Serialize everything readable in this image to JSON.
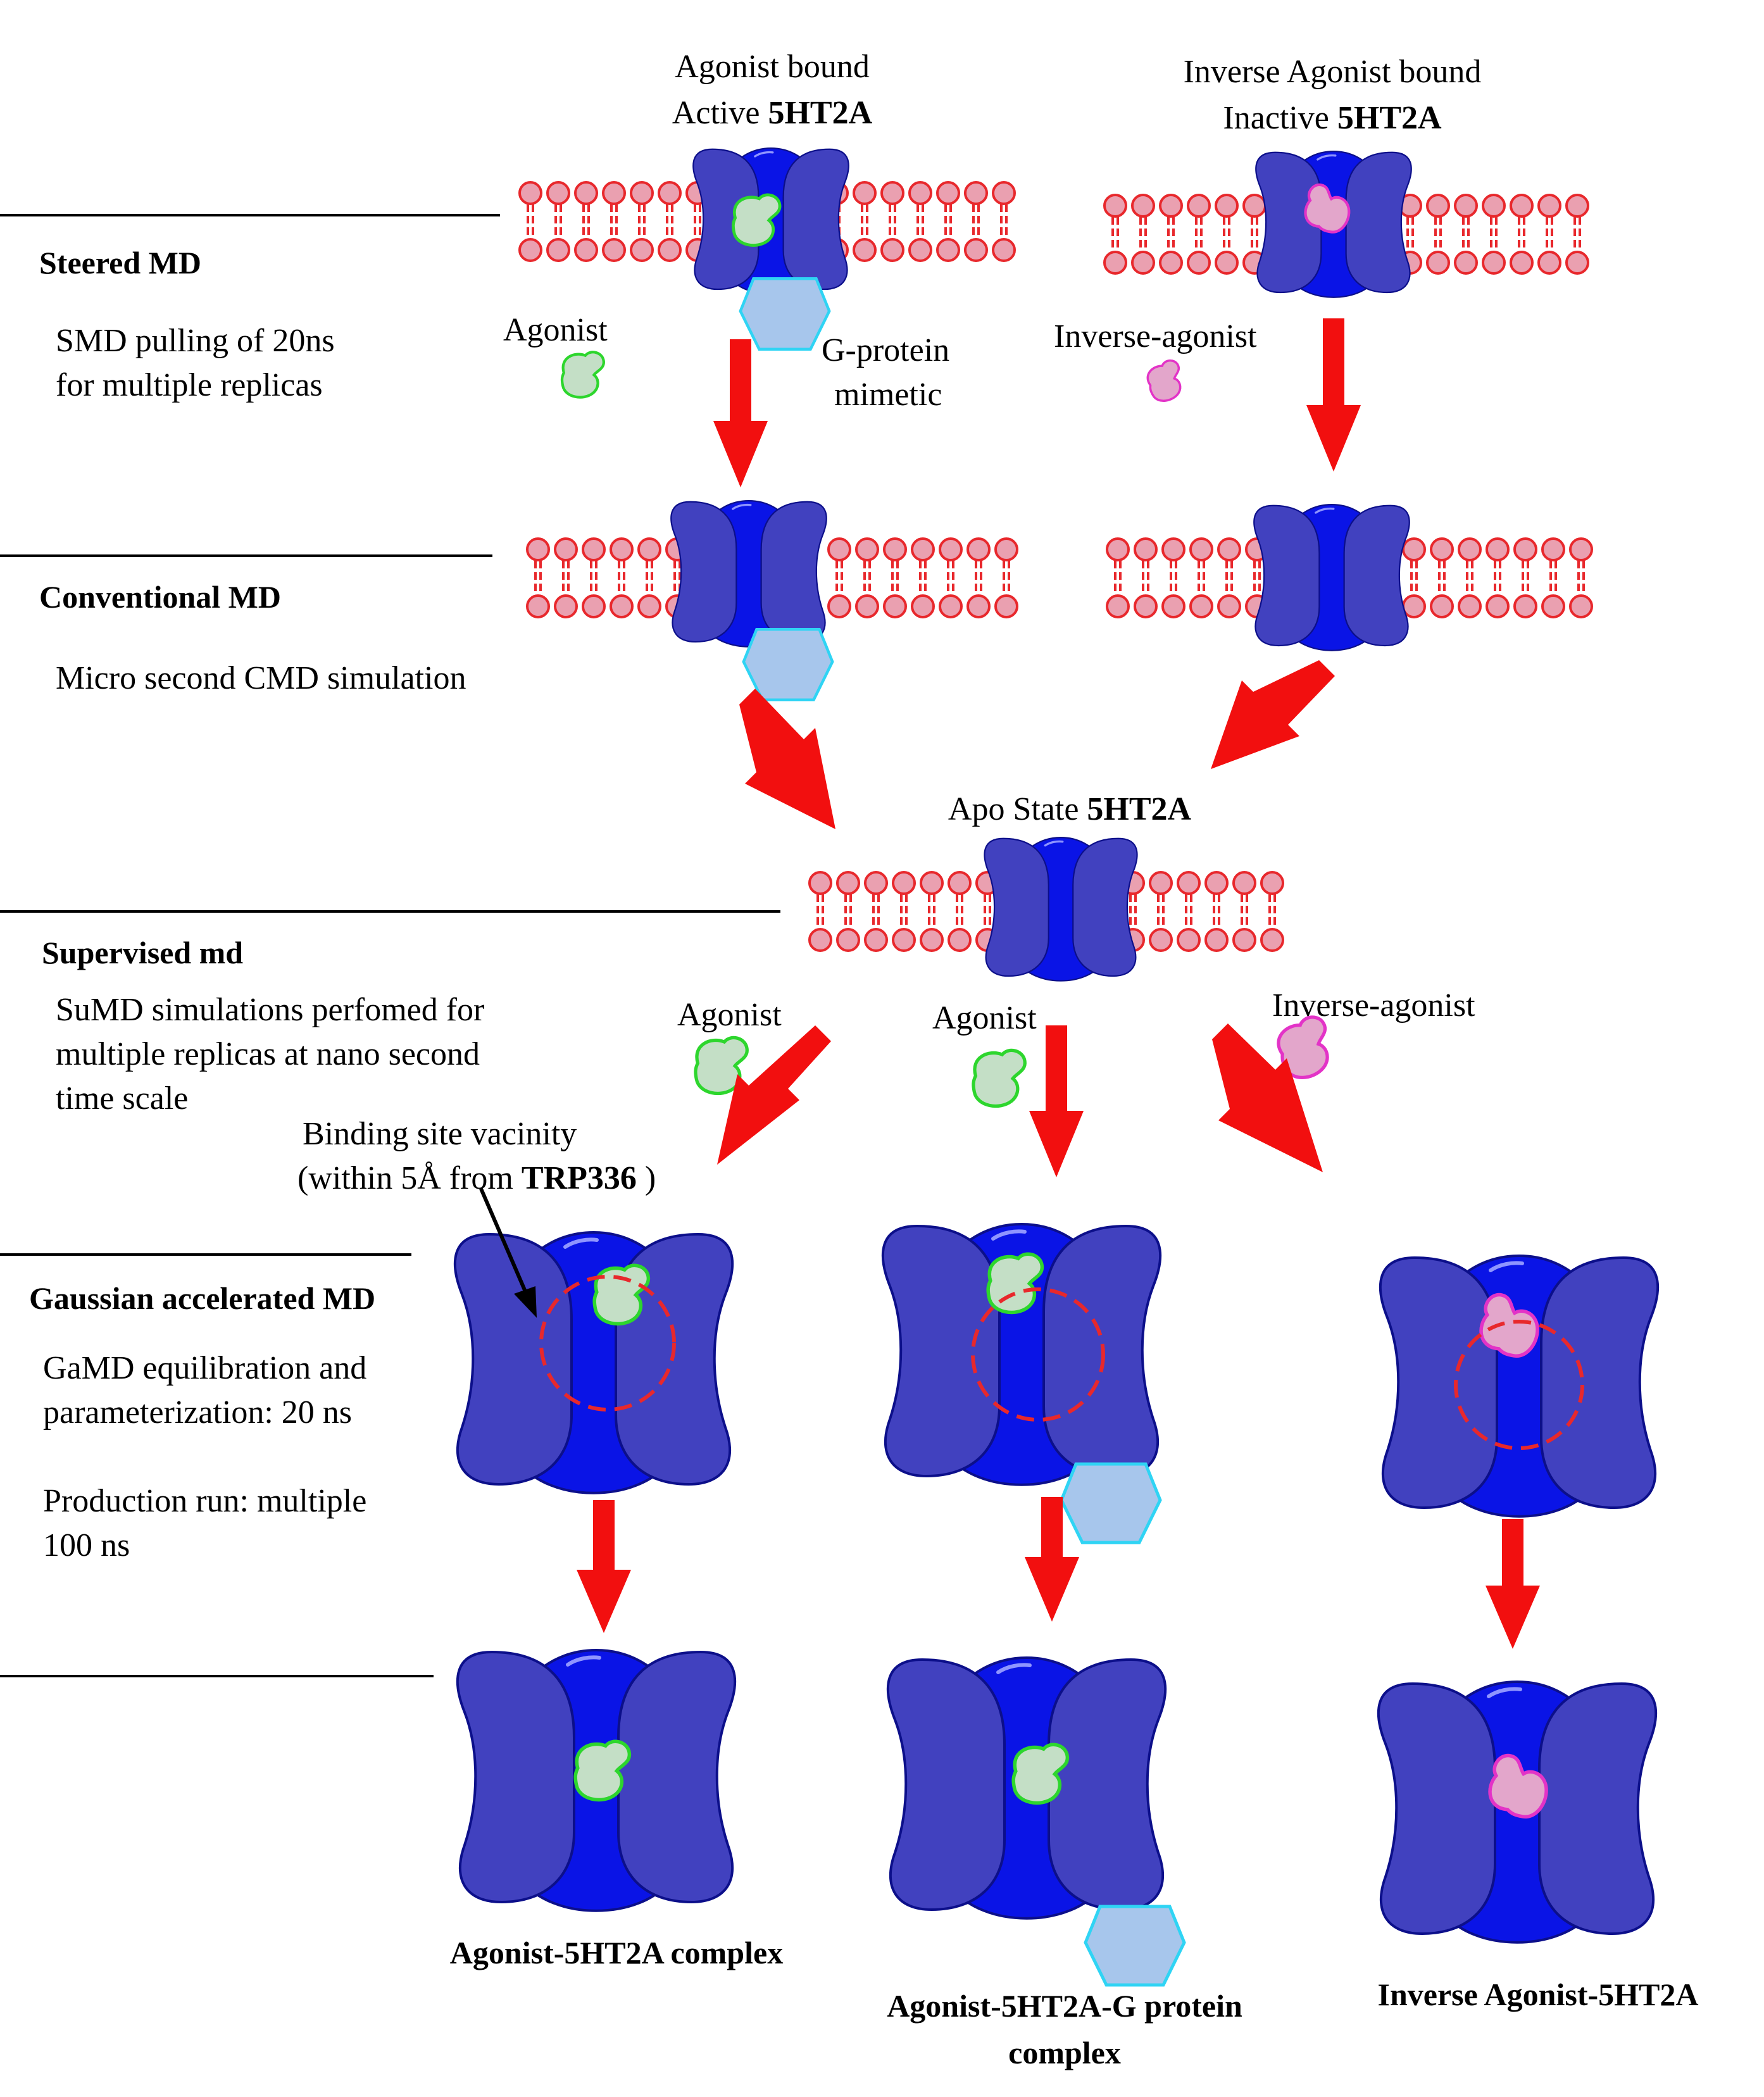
{
  "stages": [
    {
      "title": "Steered MD",
      "desc": [
        "SMD pulling of 20ns",
        "for multiple replicas"
      ]
    },
    {
      "title": "Conventional MD",
      "desc": [
        "Micro second CMD simulation"
      ]
    },
    {
      "title": "Supervised md",
      "desc": [
        "SuMD simulations perfomed for",
        "multiple replicas at nano second",
        "time scale"
      ]
    },
    {
      "title": "Gaussian accelerated MD",
      "desc": [
        "GaMD equilibration and",
        "parameterization: 20 ns",
        "",
        "Production run: multiple",
        "100 ns"
      ]
    }
  ],
  "top_left": {
    "line1": "Agonist bound",
    "line2_plain": "Active ",
    "line2_bold": "5HT2A"
  },
  "top_right": {
    "line1": "Inverse Agonist bound",
    "line2_plain": "Inactive ",
    "line2_bold": "5HT2A"
  },
  "labels": {
    "agonist": "Agonist",
    "inverse_agonist": "Inverse-agonist",
    "gprotein_line1": "G-protein",
    "gprotein_line2": "mimetic"
  },
  "apo": {
    "plain": "Apo State ",
    "bold": "5HT2A"
  },
  "binding_site": {
    "line1": "Binding site vacinity",
    "line2_plain": "(within 5Å from ",
    "line2_bold": "TRP336",
    "line2_end": " )"
  },
  "final": {
    "left": "Agonist-5HT2A complex",
    "middle_line1": "Agonist-5HT2A-G protein",
    "middle_line2": "complex",
    "right": "Inverse Agonist-5HT2A"
  },
  "colors": {
    "receptor_side": "#4141bf",
    "receptor_center": "#0a14e6",
    "arrow": "#f20f0f",
    "lipid_fill": "#eaa0b0",
    "lipid_stroke": "#e8282c",
    "agonist_fill": "#c4dfc6",
    "agonist_stroke": "#2dd62d",
    "inverse_fill": "#e3a6cb",
    "inverse_stroke": "#e333c7",
    "gprotein_fill": "#a7c6ec",
    "gprotein_stroke": "#2fd4f4"
  }
}
